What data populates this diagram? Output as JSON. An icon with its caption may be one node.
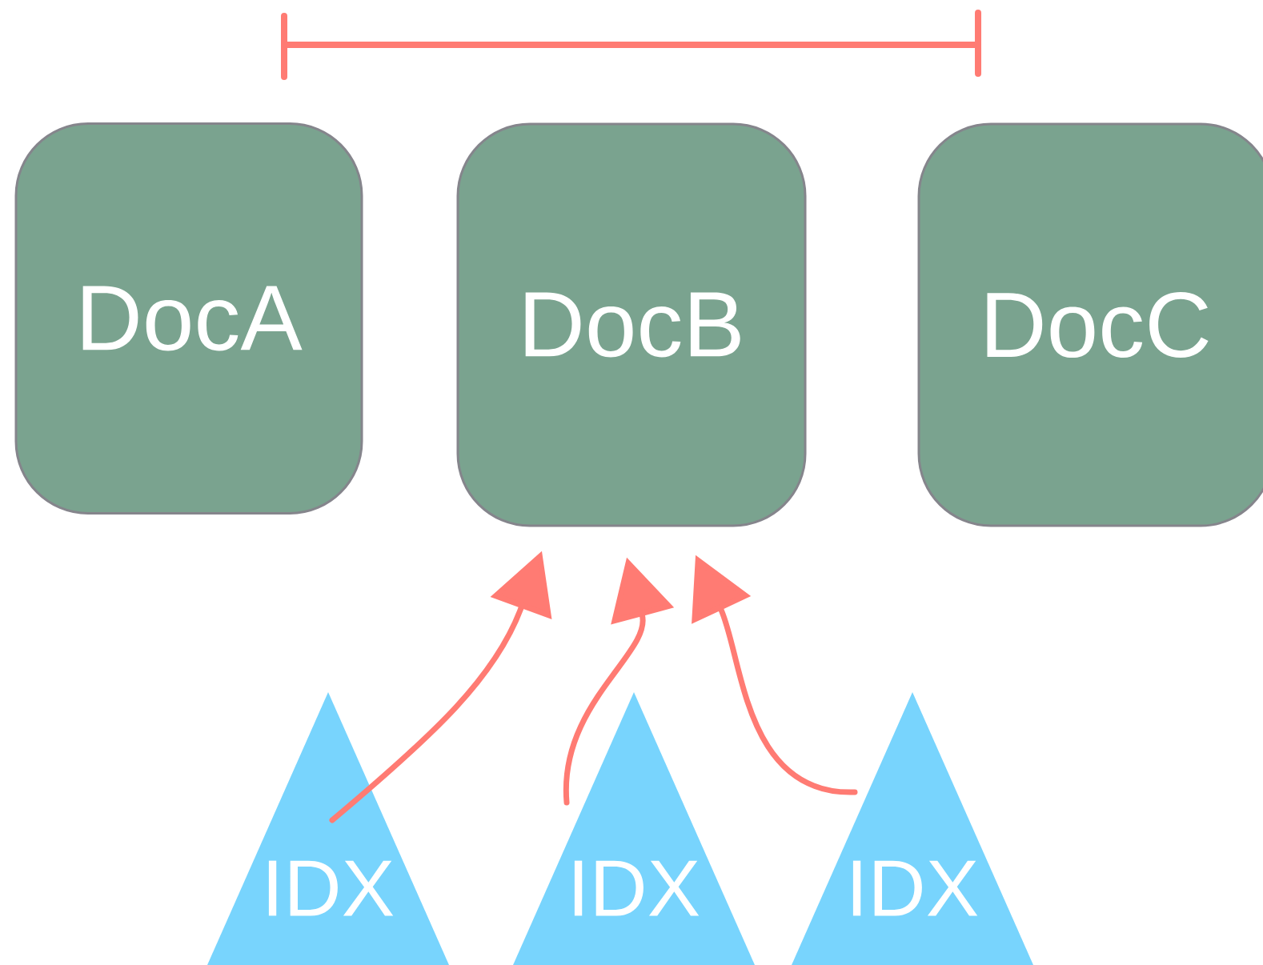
{
  "diagram": {
    "nodes": [
      {
        "text": [
          "DocA"
        ]
      },
      {
        "text": [
          "DocB"
        ]
      },
      {
        "text": [
          "DocC"
        ]
      },
      {
        "text": [
          "IDX"
        ]
      },
      {
        "text": [
          "IDX"
        ]
      },
      {
        "text": [
          "IDX"
        ]
      }
    ],
    "edges": [
      {
        "from": 3,
        "to": 1,
        "arrow": "to"
      },
      {
        "from": 4,
        "to": 1,
        "arrow": "to"
      },
      {
        "from": 5,
        "to": 1,
        "arrow": "to"
      }
    ]
  }
}
